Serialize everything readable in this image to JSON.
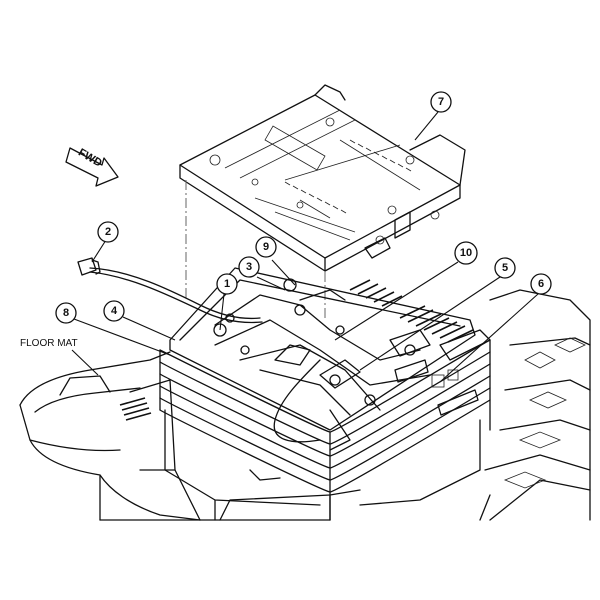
{
  "labels": {
    "floor_mat": "FLOOR MAT",
    "fwd": "FWD"
  },
  "callouts": [
    {
      "num": "1"
    },
    {
      "num": "2"
    },
    {
      "num": "3"
    },
    {
      "num": "4"
    },
    {
      "num": "5"
    },
    {
      "num": "6"
    },
    {
      "num": "7"
    },
    {
      "num": "8"
    },
    {
      "num": "9"
    },
    {
      "num": "10"
    }
  ]
}
